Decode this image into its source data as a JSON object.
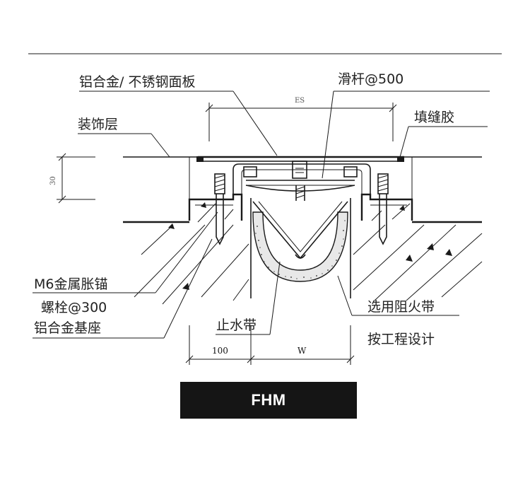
{
  "labels": {
    "panel": "铝合金/ 不锈钢面板",
    "slide_bar": "滑杆@500",
    "decor_layer": "装饰层",
    "sealant": "填缝胶",
    "anchor_line1": "M6金属胀锚",
    "anchor_line2": "螺栓@300",
    "base": "铝合金基座",
    "water_stop": "止水带",
    "fire_line1": "选用阻火带",
    "fire_line2": "按工程设计"
  },
  "dimensions": {
    "es": "ES",
    "depth": "30",
    "edge": "100",
    "width": "W"
  },
  "title": "FHM",
  "colors": {
    "ink": "#1a1a1a",
    "title_bg": "#151515",
    "title_text": "#ffffff"
  }
}
